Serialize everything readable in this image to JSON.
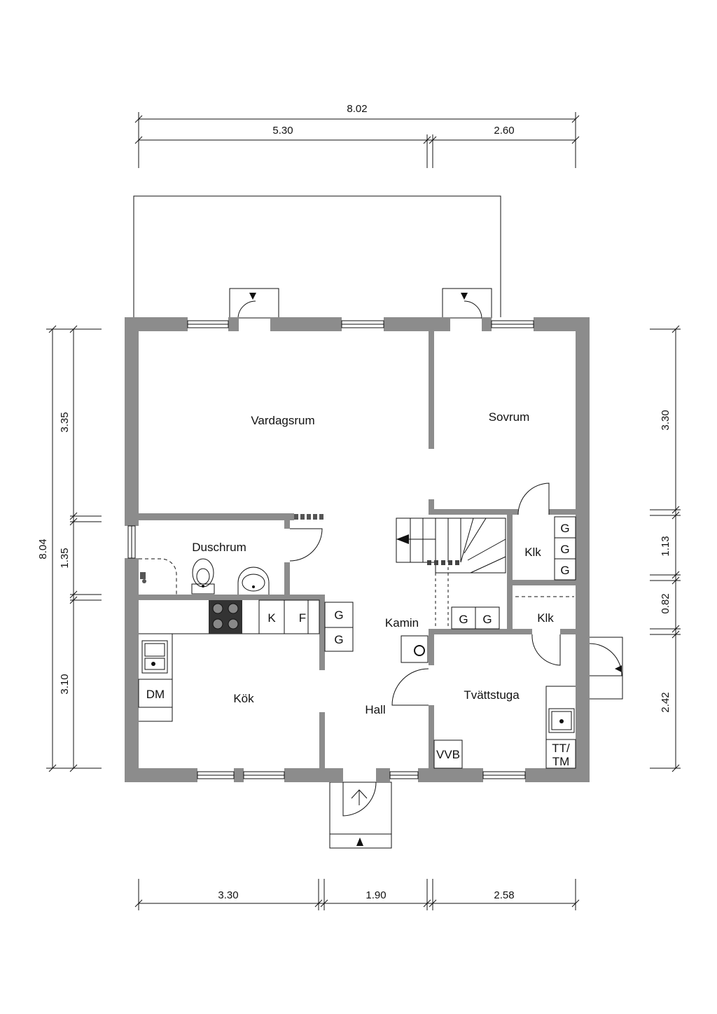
{
  "rooms": {
    "vardagsrum": "Vardagsrum",
    "sovrum": "Sovrum",
    "duschrum": "Duschrum",
    "kok": "Kök",
    "hall": "Hall",
    "tvattstuga": "Tvättstuga",
    "kamin": "Kamin",
    "klk_upper": "Klk",
    "klk_lower": "Klk"
  },
  "fixtures": {
    "k": "K",
    "f": "F",
    "g": "G",
    "dm": "DM",
    "vvb": "VVB",
    "tt_line1": "TT/",
    "tt_line2": "TM"
  },
  "dimensions": {
    "top_total": "8.02",
    "top_left": "5.30",
    "top_right": "2.60",
    "bottom_left": "3.30",
    "bottom_mid": "1.90",
    "bottom_right": "2.58",
    "left_total": "8.04",
    "left_upper": "3.35",
    "left_mid": "1.35",
    "left_lower": "3.10",
    "right_upper": "3.30",
    "right_mid1": "1.13",
    "right_mid2": "0.82",
    "right_lower": "2.42"
  }
}
